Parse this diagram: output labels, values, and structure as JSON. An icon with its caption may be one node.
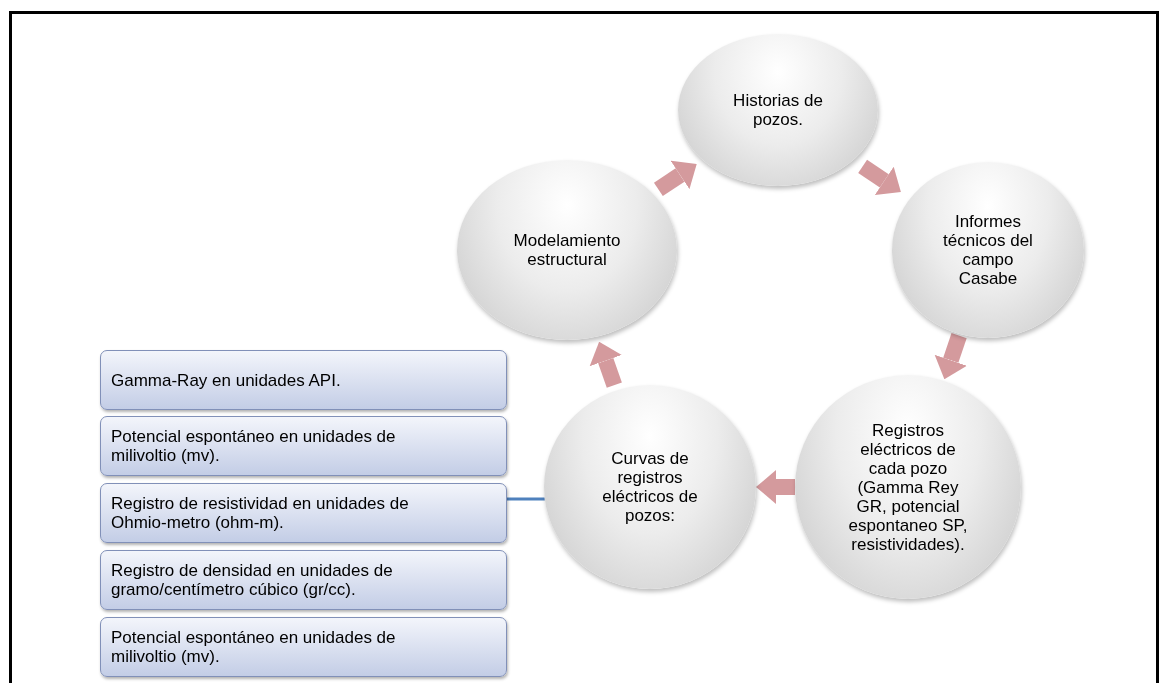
{
  "diagram": {
    "nodes": [
      {
        "text": [
          "Historias de pozos."
        ]
      },
      {
        "text": [
          "Informes técnicos del campo Casabe"
        ]
      },
      {
        "text": [
          "Registros eléctricos de cada pozo (Gamma Rey GR, potencial espontaneo SP, resistividades)."
        ]
      },
      {
        "text": [
          "Curvas de registros eléctricos de pozos:"
        ]
      },
      {
        "text": [
          "Modelamiento estructural"
        ]
      },
      {
        "text": [
          "Gamma-Ray en unidades API."
        ]
      },
      {
        "text": [
          "Potencial espontáneo en unidades de milivoltio (mv)."
        ]
      },
      {
        "text": [
          "Registro de resistividad en unidades de Ohmio-metro (ohm-m)."
        ]
      },
      {
        "text": [
          "Registro de densidad en unidades de gramo/centímetro cúbico (gr/cc)."
        ]
      },
      {
        "text": [
          "Potencial espontáneo en unidades de milivoltio (mv)."
        ]
      }
    ],
    "edges": [
      {
        "from": 0,
        "to": 1,
        "arrow": "to"
      },
      {
        "from": 1,
        "to": 2,
        "arrow": "to"
      },
      {
        "from": 2,
        "to": 3,
        "arrow": "to"
      },
      {
        "from": 3,
        "to": 4,
        "arrow": "to"
      },
      {
        "from": 4,
        "to": 0,
        "arrow": "to"
      },
      {
        "from": 3,
        "to": 7,
        "arrow": "none",
        "color": "#4f81bd"
      }
    ]
  }
}
